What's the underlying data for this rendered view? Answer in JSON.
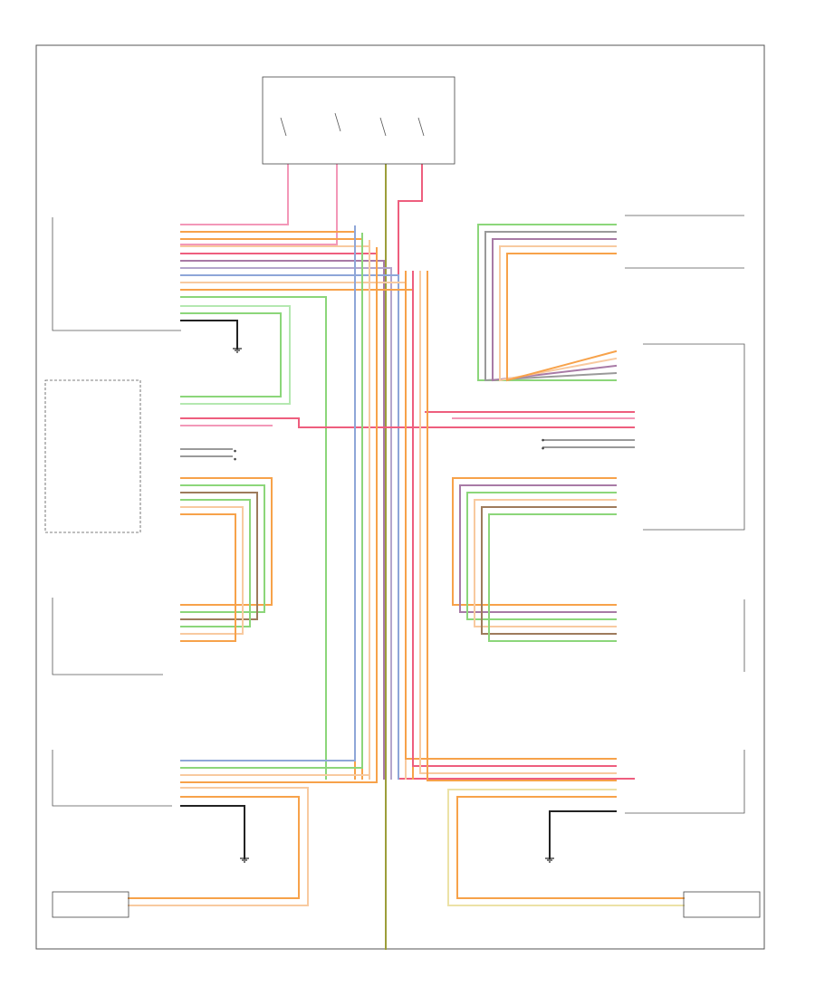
{
  "footer_id": "",
  "colors": {
    "frame": "#555555",
    "red": "#ee5e7e",
    "pink": "#f398b8",
    "orange": "#f7a24a",
    "light_orange": "#f8caa0",
    "green": "#8cd67a",
    "light_green": "#b4e8b0",
    "olive": "#9c9e3a",
    "brown": "#9e7b5c",
    "blue": "#8ea6d8",
    "lavender": "#b4a6cc",
    "purple": "#a87aa6",
    "yellow": "#ece2a6",
    "gray": "#9a9a9a",
    "black": "#222222"
  },
  "components": [
    {
      "id": "fuse-panel",
      "name": "",
      "labels": []
    },
    {
      "id": "driver-lock-switch",
      "name": "",
      "labels": []
    },
    {
      "id": "driver-door-module",
      "name": "",
      "labels": []
    },
    {
      "id": "driver-window-motor",
      "name": "",
      "labels": []
    },
    {
      "id": "passenger-lock-switch",
      "name": "",
      "labels": []
    },
    {
      "id": "passenger-door-module",
      "name": "",
      "labels": []
    },
    {
      "id": "passenger-window-motor",
      "name": "",
      "labels": []
    },
    {
      "id": "right-rear-switch",
      "name": "",
      "labels": []
    },
    {
      "id": "left-rear-switch",
      "name": "",
      "labels": []
    },
    {
      "id": "right-rear-motor",
      "name": "",
      "labels": []
    },
    {
      "id": "left-rear-motor",
      "name": "",
      "labels": []
    }
  ]
}
